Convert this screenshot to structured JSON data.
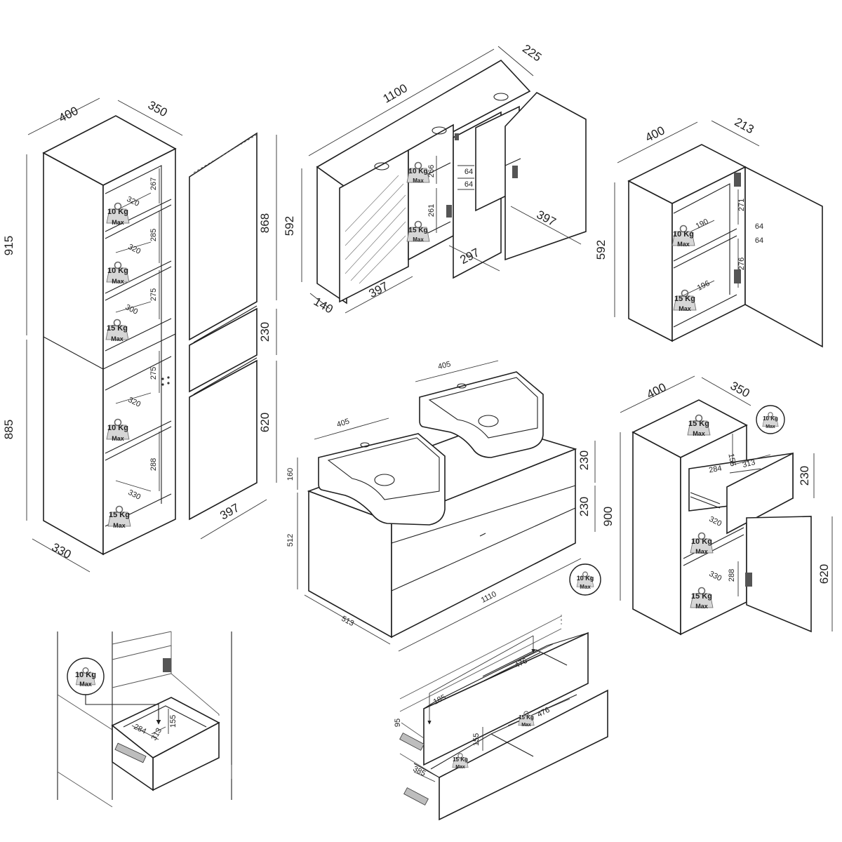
{
  "tall_cabinet": {
    "width": "400",
    "depth": "350",
    "upper_height": "915",
    "lower_height": "885",
    "bottom_depth": "330",
    "shelves": [
      {
        "depth": "320",
        "height": "267",
        "load": "10 Kg",
        "max": "Max"
      },
      {
        "depth": "320",
        "height": "285",
        "load": "10 Kg",
        "max": "Max"
      },
      {
        "depth": "300",
        "height": "275",
        "load": "15 Kg",
        "max": "Max"
      },
      {
        "depth": "320",
        "height": "275",
        "load": "10 Kg",
        "max": "Max"
      },
      {
        "depth": "330",
        "height": "288",
        "load": "15 Kg",
        "max": "Max"
      }
    ]
  },
  "tall_doors": {
    "door_height": "868",
    "drawer_height": "230",
    "lower_door_height": "620",
    "width": "397"
  },
  "mirror_cabinet": {
    "width": "1100",
    "depth_top": "225",
    "height": "592",
    "depth_side": "140",
    "mirror_width": "397",
    "center_width": "297",
    "right_width": "397",
    "heights": [
      "266",
      "261"
    ],
    "gaps": [
      "64",
      "64"
    ],
    "loads": [
      {
        "load": "10 Kg",
        "max": "Max"
      },
      {
        "load": "15 Kg",
        "max": "Max"
      }
    ]
  },
  "wall_cabinet": {
    "width": "400",
    "depth": "213",
    "height": "592",
    "shelf_heights": [
      "271",
      "276"
    ],
    "shelf_depths": [
      "190",
      "196"
    ],
    "gaps": [
      "64",
      "64"
    ],
    "loads": [
      {
        "load": "10 Kg",
        "max": "Max"
      },
      {
        "load": "15 Kg",
        "max": "Max"
      }
    ]
  },
  "vanity": {
    "basin_left": "405",
    "basin_right": "405",
    "basin_height": "160",
    "height": "512",
    "drawer_top": "230",
    "drawer_bottom": "230",
    "width": "1110",
    "depth": "513",
    "load": {
      "load": "10 Kg",
      "max": "Max"
    }
  },
  "side_cabinet": {
    "width": "400",
    "depth": "350",
    "height": "900",
    "drawer_height": "230",
    "door_height": "620",
    "drawer_depth": "284",
    "drawer_width": "313",
    "drawer_inner_height": "155",
    "shelf_depth": "320",
    "shelf_depth2": "330",
    "shelf_height": "288",
    "loads": [
      {
        "load": "15 Kg",
        "max": "Max"
      },
      {
        "load": "10 Kg",
        "max": "Max"
      },
      {
        "load": "10 Kg",
        "max": "Max"
      },
      {
        "load": "15 Kg",
        "max": "Max"
      }
    ]
  },
  "detail_drawer": {
    "depth": "284",
    "width": "313",
    "height": "155",
    "load": {
      "load": "10 Kg",
      "max": "Max"
    }
  },
  "detail_vanity_drawers": {
    "top_width": "476",
    "top_height": "185",
    "side": "95",
    "bottom_width": "476",
    "bottom_height": "155",
    "bottom_depth": "385",
    "loads": [
      {
        "load": "15 Kg",
        "max": "Max"
      },
      {
        "load": "15 Kg",
        "max": "Max"
      }
    ]
  }
}
